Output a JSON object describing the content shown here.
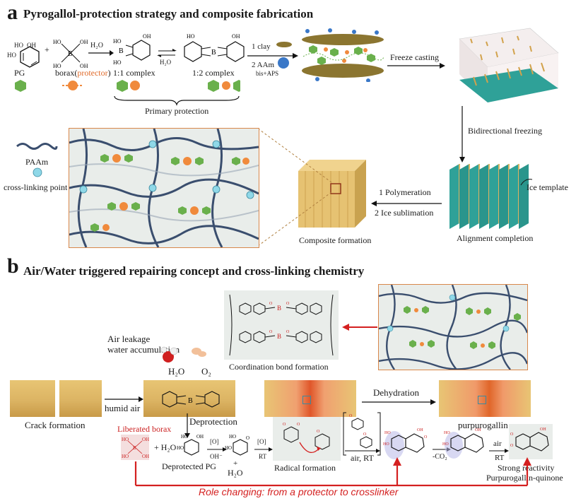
{
  "panel_a": {
    "letter": "a",
    "title": "Pyrogallol-protection strategy and composite fabrication",
    "pg_label": "PG",
    "borax_label": "borax(",
    "protector_label": "protector",
    "borax_close": ")",
    "h2o_top": "H₂O",
    "complex_11": "1:1 complex",
    "h2o_mid": "H₂O",
    "complex_12": "1:2 complex",
    "primary_protection": "Primary protection",
    "step_clay": "1 clay",
    "step_aam": "2 AAm",
    "step_bis": "bis+APS",
    "freeze_casting": "Freeze casting",
    "bidirectional_freezing": "Bidirectional freezing",
    "ice_template": "Ice template",
    "alignment_completion": "Alignment completion",
    "polymerization": "1 Polymeration",
    "ice_sublimation": "2 Ice sublimation",
    "composite_formation": "Composite formation",
    "legend_paam": "PAAm",
    "legend_crosslink": "cross-linking point",
    "mol_ho1": "HO",
    "mol_oh1": "OH",
    "mol_ho2": "HO",
    "mol_oh2": "OH",
    "mol_ho3": "HO",
    "mol_oh3": "OH",
    "mol_b": "B",
    "mol_o": "O",
    "mol_ho4": "HO",
    "mol_oh4": "OH"
  },
  "panel_b": {
    "letter": "b",
    "title": "Air/Water triggered repairing concept and cross-linking chemistry",
    "coordination_bond": "Coordination bond formation",
    "air_leakage": "Air leakage",
    "water_accumulation": "water accumulation",
    "h2o": "H₂O",
    "o2": "O₂",
    "dehydration": "Dehydration",
    "crack_formation": "Crack formation",
    "humid_air": "humid air",
    "deprotection": "Deprotection",
    "purpurogallin": "purpurogallin",
    "liberated_borax": "Liberated borax",
    "plus_h2o": "+ H₂O",
    "o_label": "[O]",
    "oh_label": "OH⁻",
    "o_label2": "[O]",
    "rt_label": "RT",
    "deprotected_pg": "Deprotected PG",
    "plus_h2o_bottom": "+",
    "h2o_bottom": "H₂O",
    "radical_formation": "Radical formation",
    "air_rt": "air, RT",
    "minus_co2": "-CO₂",
    "air": "air",
    "rt": "RT",
    "strong_reactivity": "Strong reactivity",
    "purpurogallin_quinone": "Purpurogallin-quinone",
    "role_changing": "Role changing: from a protector to crosslinker"
  },
  "colors": {
    "green_molecule": "#6ab04c",
    "orange_borax": "#f08a3c",
    "polymer_blue": "#3a4e6e",
    "teal_ice": "#2fa198",
    "wood": "#dcb463",
    "arrow_red": "#d42020"
  }
}
